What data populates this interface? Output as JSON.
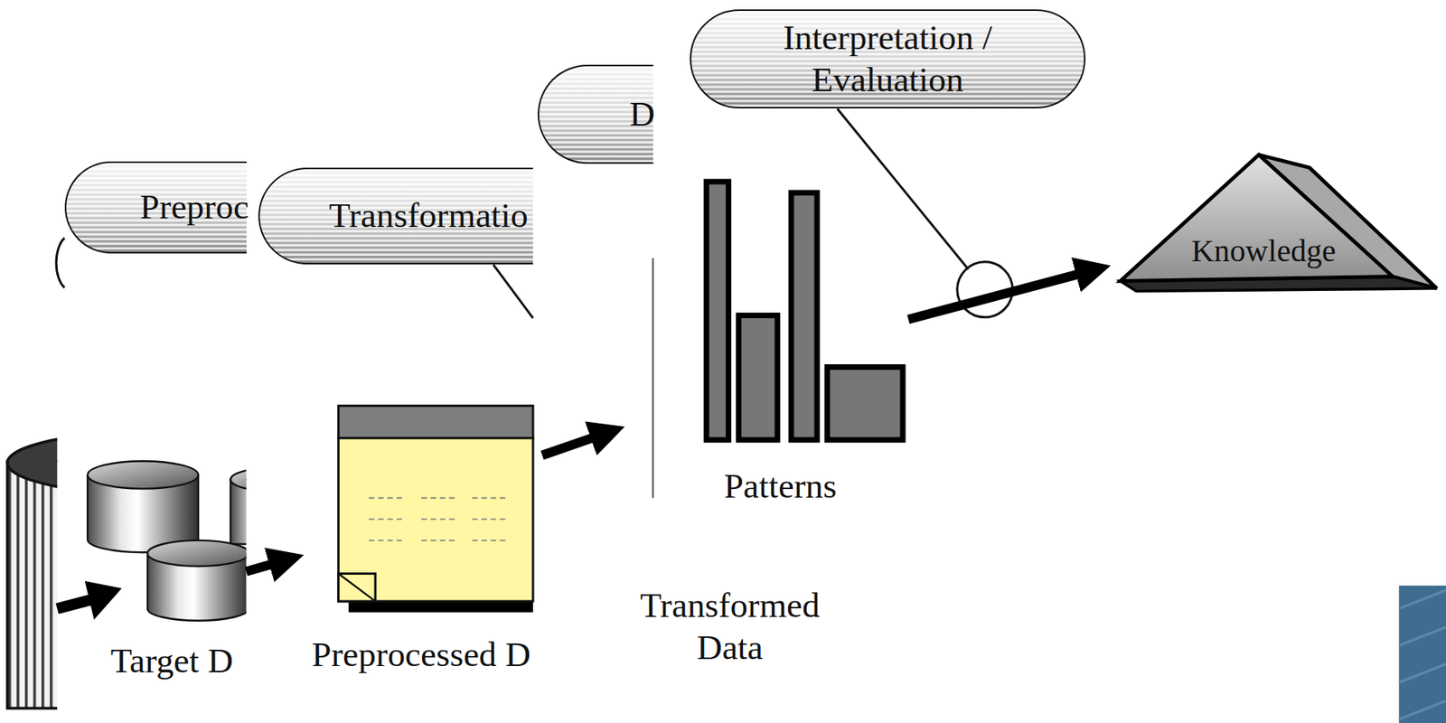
{
  "diagram": {
    "nodes": [
      {
        "text": [
          "Preproc"
        ]
      },
      {
        "text": [
          "Transformatio"
        ]
      },
      {
        "text": [
          "D"
        ]
      },
      {
        "text": [
          "Interpretation / Evaluation"
        ]
      },
      {
        "text": [
          "Target D"
        ]
      },
      {
        "text": [
          "Preprocessed D"
        ]
      },
      {
        "text": [
          "Transformed Data"
        ]
      },
      {
        "text": [
          "Patterns"
        ]
      },
      {
        "text": [
          "Knowledge"
        ]
      }
    ],
    "edges": [
      {
        "from": 4,
        "to": 5,
        "arrow": "to"
      },
      {
        "from": 5,
        "to": 6,
        "arrow": "to"
      },
      {
        "from": 7,
        "to": 8,
        "arrow": "to"
      }
    ]
  }
}
